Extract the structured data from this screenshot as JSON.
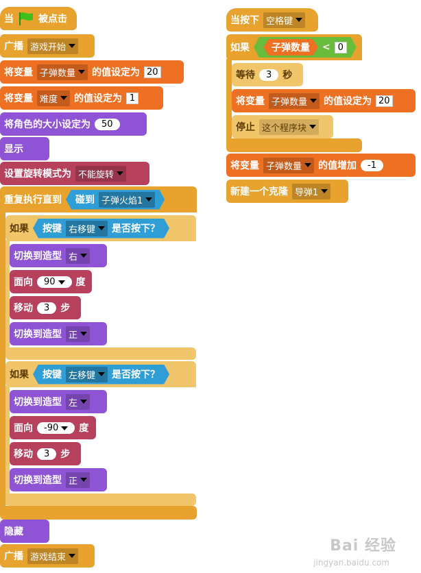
{
  "left": {
    "when_flag": {
      "pre": "当",
      "post": "被点击",
      "icon": "green-flag-icon"
    },
    "broadcast1": {
      "label": "广播",
      "value": "游戏开始"
    },
    "setvar1": {
      "pre": "将变量",
      "var": "子弹数量",
      "post": "的值设定为",
      "value": "20"
    },
    "setvar2": {
      "pre": "将变量",
      "var": "难度",
      "post": "的值设定为",
      "value": "1"
    },
    "setsize": {
      "pre": "将角色的大小设定为",
      "value": "50"
    },
    "show": {
      "label": "显示"
    },
    "rotation": {
      "label": "设置旋转模式为",
      "value": "不能旋转"
    },
    "repeat_until": {
      "label": "重复执行直到",
      "cond_pre": "碰到",
      "cond_value": "子弹火焰1"
    },
    "if1": {
      "label": "如果",
      "key_pre": "按键",
      "key": "右移键",
      "key_post": "是否按下？",
      "costume1": {
        "label": "切换到造型",
        "value": "右"
      },
      "point": {
        "pre": "面向",
        "value": "90",
        "post": "度"
      },
      "move": {
        "pre": "移动",
        "value": "3",
        "post": "步"
      },
      "costume2": {
        "label": "切换到造型",
        "value": "正"
      }
    },
    "if2": {
      "label": "如果",
      "key_pre": "按键",
      "key": "左移键",
      "key_post": "是否按下？",
      "costume1": {
        "label": "切换到造型",
        "value": "左"
      },
      "point": {
        "pre": "面向",
        "value": "-90",
        "post": "度"
      },
      "move": {
        "pre": "移动",
        "value": "3",
        "post": "步"
      },
      "costume2": {
        "label": "切换到造型",
        "value": "正"
      }
    },
    "hide": {
      "label": "隐藏"
    },
    "broadcast2": {
      "label": "广播",
      "value": "游戏结束"
    }
  },
  "right": {
    "when_key": {
      "pre": "当按下",
      "value": "空格键"
    },
    "if": {
      "label": "如果",
      "var": "子弹数量",
      "op": "<",
      "value": "0"
    },
    "wait": {
      "pre": "等待",
      "value": "3",
      "post": "秒"
    },
    "setvar": {
      "pre": "将变量",
      "var": "子弹数量",
      "post": "的值设定为",
      "value": "20"
    },
    "stop": {
      "label": "停止",
      "value": "这个程序块"
    },
    "changevar": {
      "pre": "将变量",
      "var": "子弹数量",
      "post": "的值增加",
      "value": "-1"
    },
    "clone": {
      "label": "新建一个克隆",
      "value": "导弹1"
    }
  },
  "watermark": {
    "text": "Bai 经验",
    "sub": "jingyan.baidu.com"
  }
}
